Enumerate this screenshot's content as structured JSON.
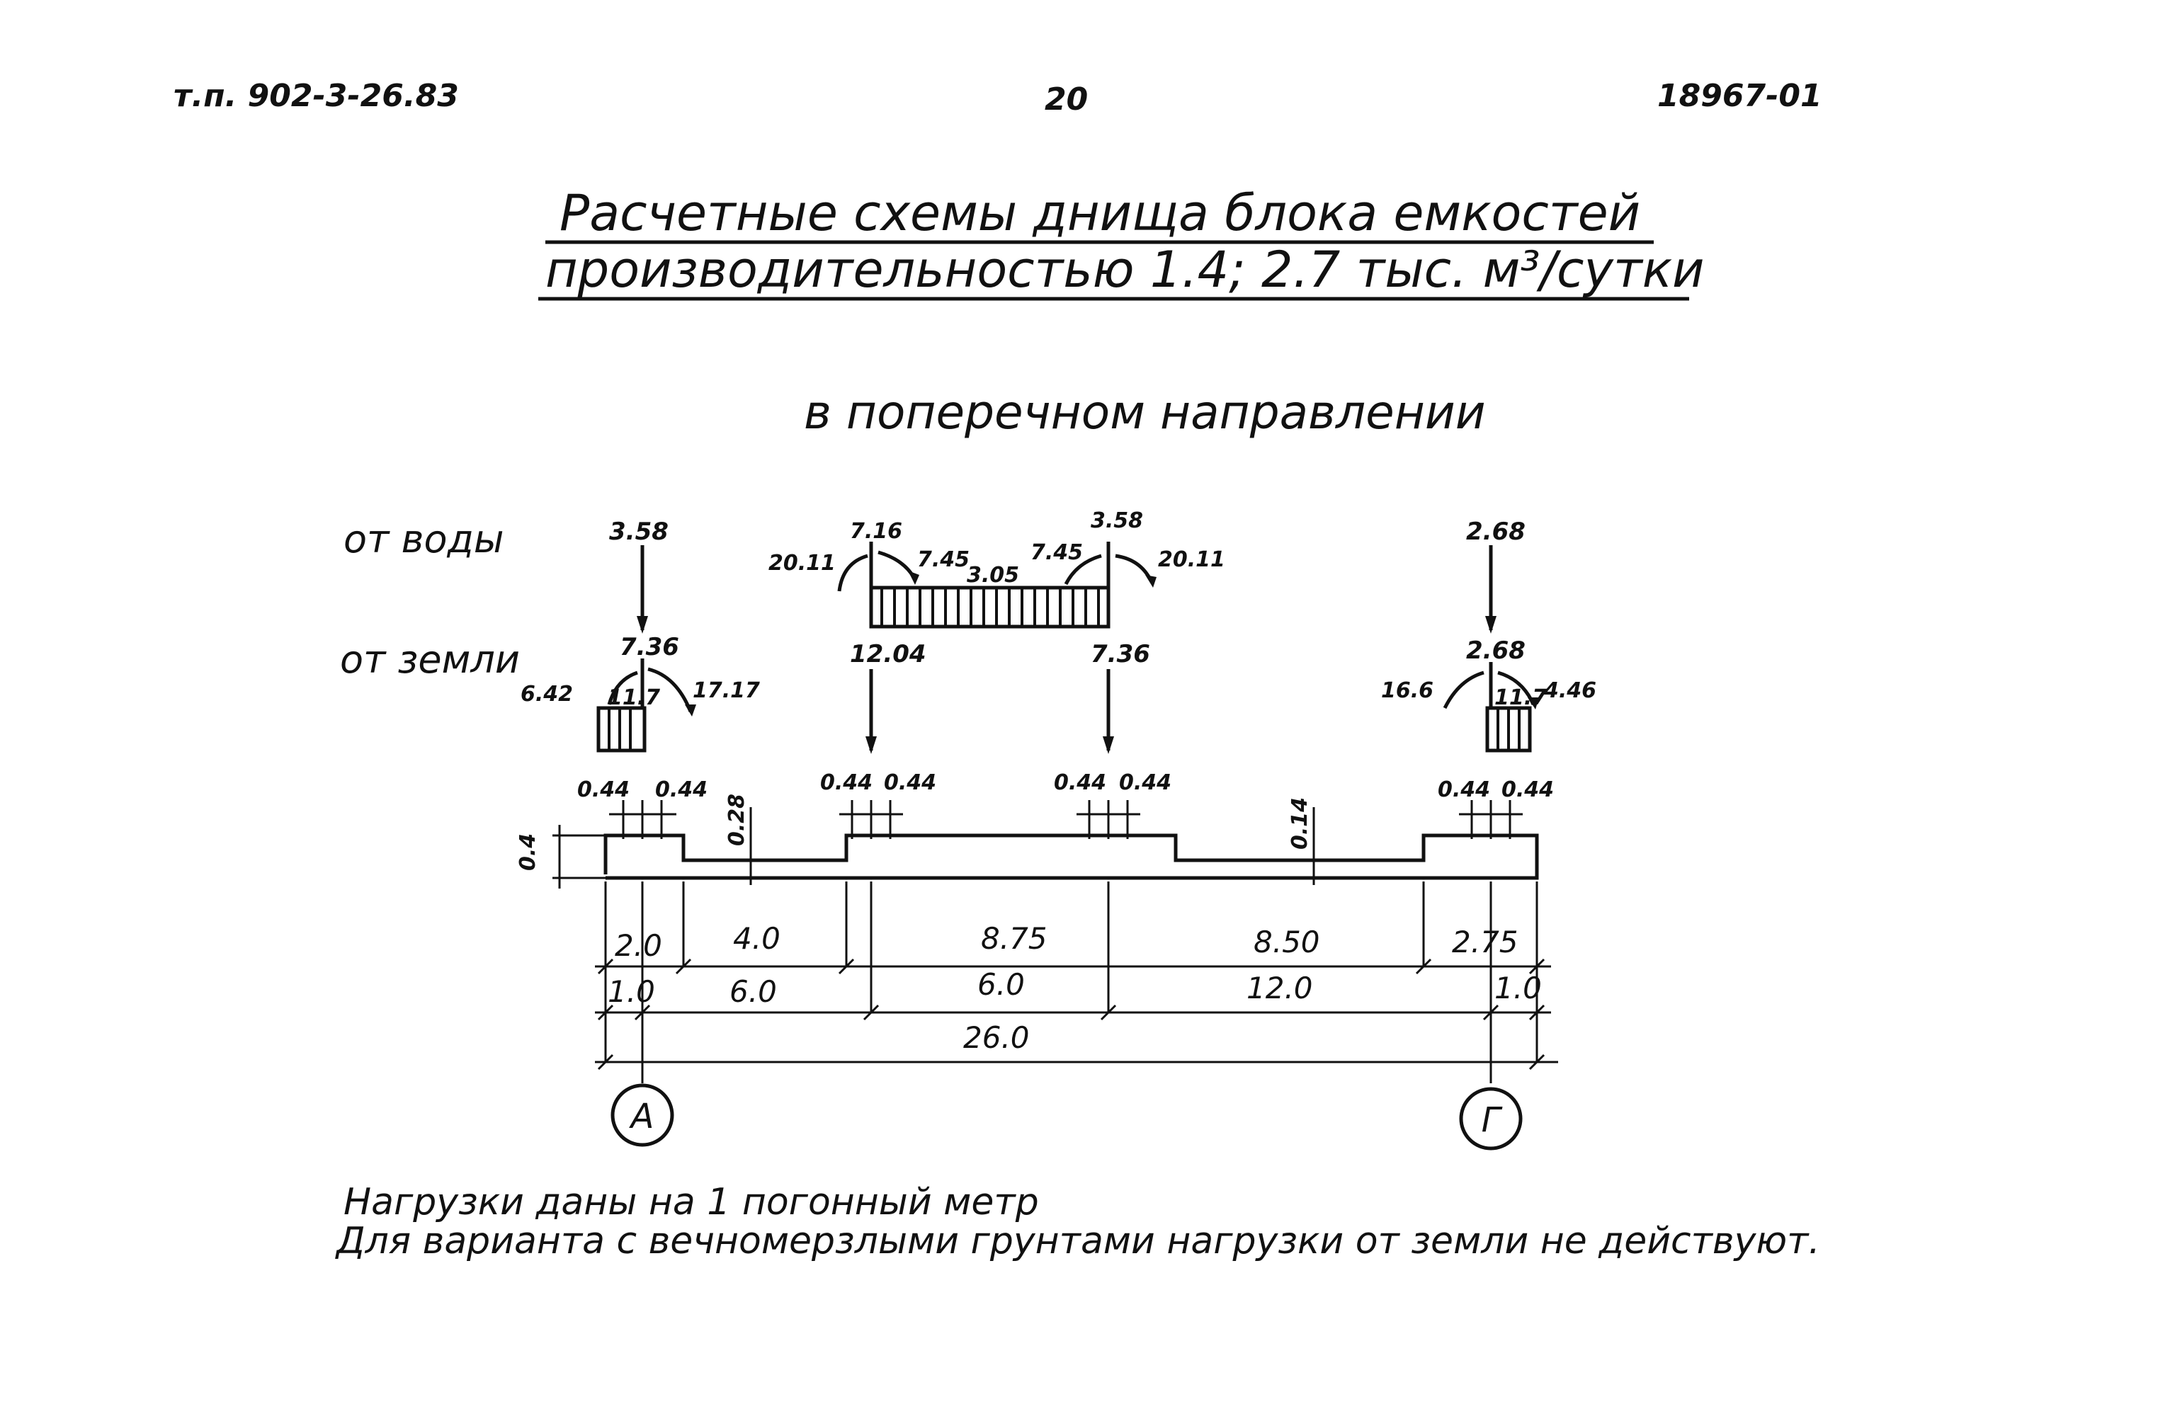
{
  "header": {
    "doc_ref": "т.п. 902-3-26.83",
    "page_number": "20",
    "sheet_code": "18967-01"
  },
  "title": {
    "line1": "Расчетные схемы днища блока емкостей",
    "line2": "производительностью 1.4; 2.7 тыс. м³/сутки"
  },
  "subtitle": "в поперечном направлении",
  "row_labels": {
    "water": "от воды",
    "earth": "от земли"
  },
  "loads": {
    "water": {
      "left_force": "3.58",
      "mid_left_force": "7.16",
      "mid_left_moment": "20.11",
      "mid_left_inner": "7.45",
      "mid_distributed": "3.05",
      "mid_right_inner": "7.45",
      "mid_right_force": "3.58",
      "mid_right_moment": "20.11",
      "right_force": "2.68"
    },
    "earth": {
      "left_force": "7.36",
      "left_moment_left": "6.42",
      "left_distributed": "11.7",
      "left_moment_right": "17.17",
      "mid_left_force": "12.04",
      "mid_right_force": "7.36",
      "right_force": "2.68",
      "right_moment_left": "16.6",
      "right_distributed": "11.7",
      "right_moment_right": "4.46"
    }
  },
  "geometry_labels": {
    "wall_widths": [
      "0.44",
      "0.44",
      "0.44",
      "0.44",
      "0.44",
      "0.44",
      "0.44",
      "0.44"
    ],
    "slab_thickness": "0.4",
    "step_height_left": "0.28",
    "step_height_right": "0.14"
  },
  "dimensions": {
    "row1": [
      "2.0",
      "4.0",
      "8.75",
      "8.50",
      "2.75"
    ],
    "row2": [
      "1.0",
      "6.0",
      "6.0",
      "12.0",
      "1.0"
    ],
    "row3": [
      "26.0"
    ]
  },
  "axes": {
    "left": "А",
    "right": "Г"
  },
  "notes": {
    "line1": "Нагрузки даны на 1 погонный метр",
    "line2": "Для варианта с вечномерзлыми грунтами нагрузки от земли не действуют."
  }
}
